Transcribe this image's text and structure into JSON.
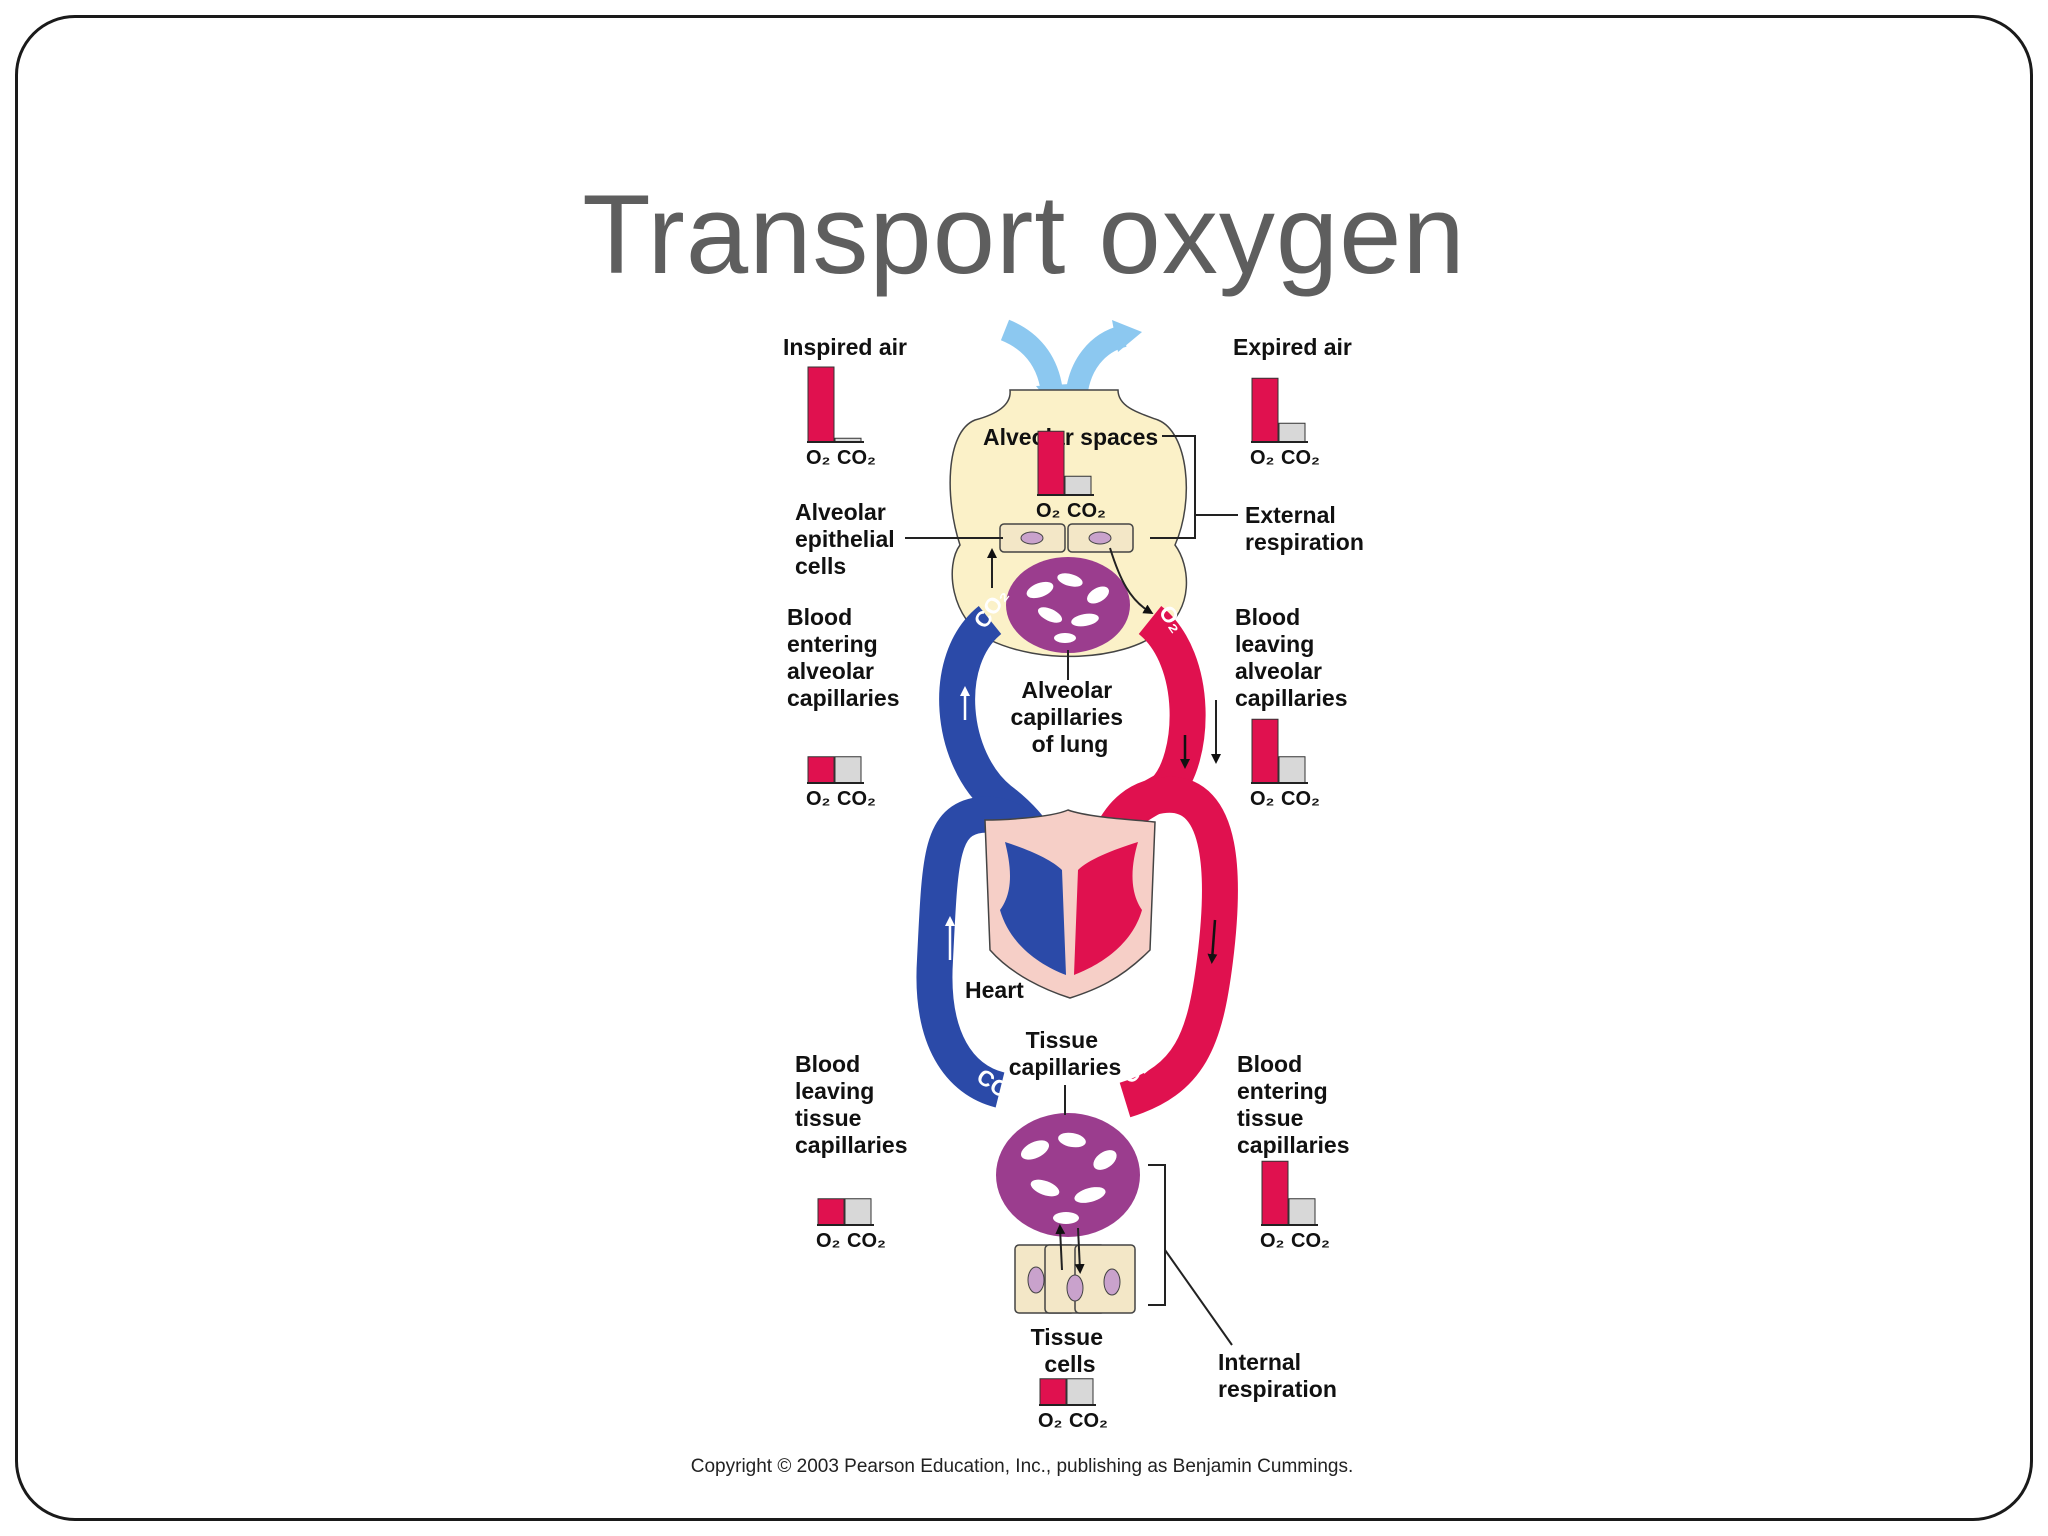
{
  "slide": {
    "title": "Transport oxygen"
  },
  "labels": {
    "inspired_air": "Inspired air",
    "expired_air": "Expired air",
    "alveolar_spaces": "Alveolar spaces",
    "alveolar_epithelial_cells": [
      "Alveolar",
      "epithelial",
      "cells"
    ],
    "external_respiration": [
      "External",
      "respiration"
    ],
    "blood_entering_alveolar": [
      "Blood",
      "entering",
      "alveolar",
      "capillaries"
    ],
    "blood_leaving_alveolar": [
      "Blood",
      "leaving",
      "alveolar",
      "capillaries"
    ],
    "alveolar_capillaries_of_lung": [
      "Alveolar",
      "capillaries",
      "of lung"
    ],
    "heart": "Heart",
    "tissue_capillaries": [
      "Tissue",
      "capillaries"
    ],
    "blood_leaving_tissue": [
      "Blood",
      "leaving",
      "tissue",
      "capillaries"
    ],
    "blood_entering_tissue": [
      "Blood",
      "entering",
      "tissue",
      "capillaries"
    ],
    "tissue_cells": [
      "Tissue",
      "cells"
    ],
    "internal_respiration": [
      "Internal",
      "respiration"
    ],
    "gas_o2": "O₂",
    "gas_co2": "CO₂"
  },
  "bar_labels": {
    "o2": "O₂",
    "co2": "CO₂"
  },
  "gas_levels": [
    {
      "id": "inspired-air",
      "o2": 1.0,
      "co2": 0.05
    },
    {
      "id": "alveolar-spaces",
      "o2": 0.85,
      "co2": 0.25
    },
    {
      "id": "expired-air",
      "o2": 0.85,
      "co2": 0.25
    },
    {
      "id": "blood-entering-alveolar",
      "o2": 0.35,
      "co2": 0.35
    },
    {
      "id": "blood-leaving-alveolar",
      "o2": 0.85,
      "co2": 0.35
    },
    {
      "id": "blood-leaving-tissue",
      "o2": 0.35,
      "co2": 0.35
    },
    {
      "id": "blood-entering-tissue",
      "o2": 0.85,
      "co2": 0.35
    },
    {
      "id": "tissue-cells",
      "o2": 0.35,
      "co2": 0.35
    }
  ],
  "colors": {
    "oxygenated": "#e0114f",
    "deoxygenated": "#2b4aa8",
    "capillary": "#9b3d8e",
    "lung_tissue": "#fbf1c8",
    "heart_tissue": "#f6cfc7",
    "air_arrow": "#8cc8f0",
    "co2_bar": "#d8d8d8"
  },
  "copyright": "Copyright © 2003 Pearson Education, Inc., publishing as Benjamin Cummings."
}
